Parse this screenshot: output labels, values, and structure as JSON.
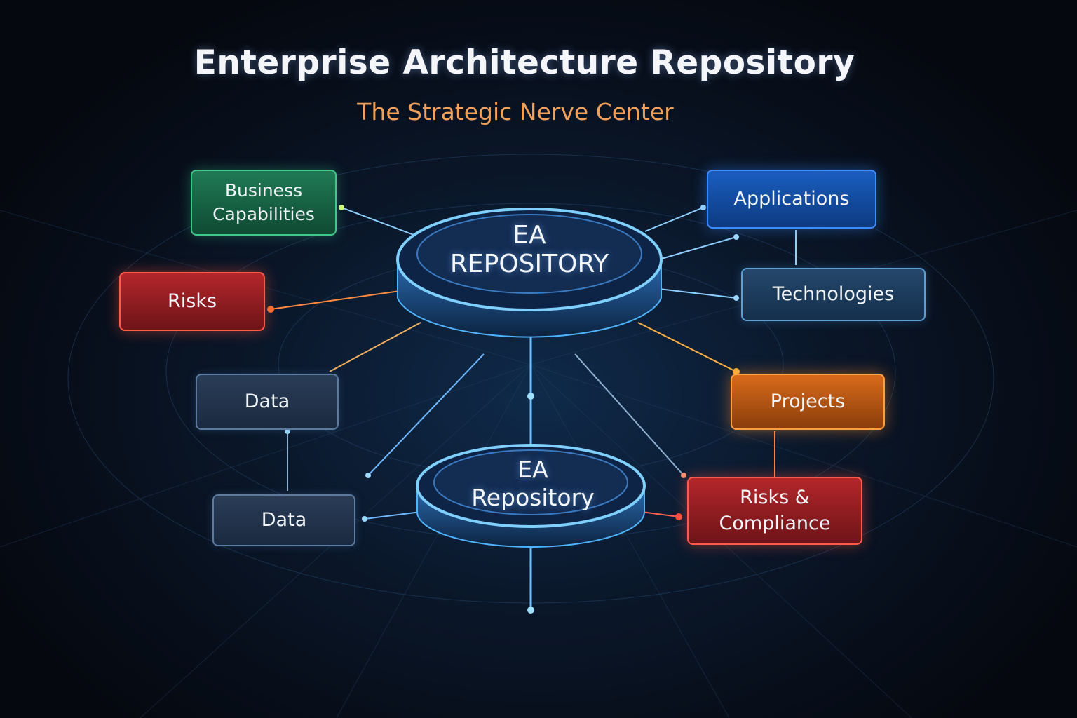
{
  "header": {
    "title": "Enterprise Architecture Repository",
    "subtitle": "The Strategic Nerve Center"
  },
  "hub_primary": {
    "line1": "EA",
    "line2": "REPOSITORY"
  },
  "hub_secondary": {
    "line1": "EA",
    "line2": "Repository"
  },
  "nodes": {
    "business_capabilities": {
      "line1": "Business",
      "line2": "Capabilities"
    },
    "risks": "Risks",
    "data_upper": "Data",
    "data_lower": "Data",
    "applications": "Applications",
    "technologies": "Technologies",
    "projects": "Projects",
    "risks_compliance": {
      "line1": "Risks &",
      "line2": "Compliance"
    }
  },
  "colors": {
    "green": "#3fc98a",
    "red": "#ff5a4a",
    "blue": "#3c8cff",
    "orange": "#ffa040",
    "slate": "#5a7aa0",
    "glow": "#4fb4ff"
  }
}
